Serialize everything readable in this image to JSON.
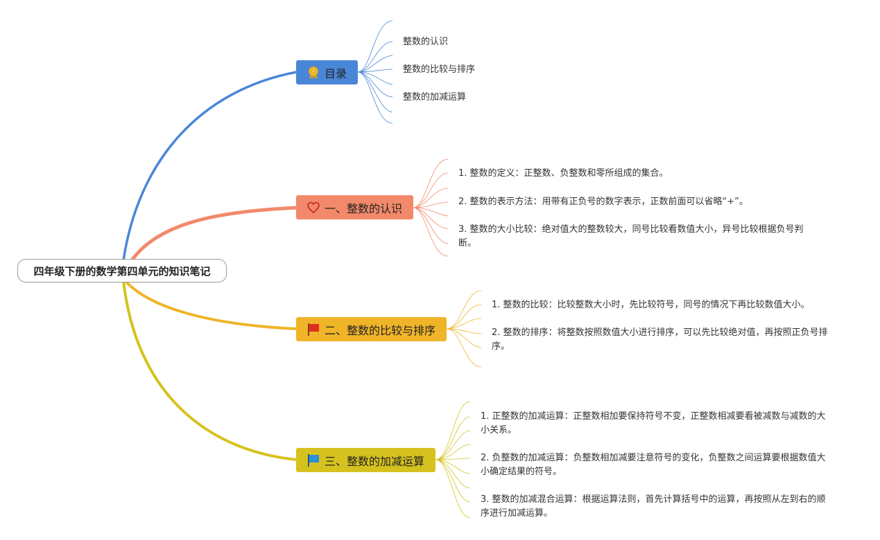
{
  "root": {
    "title": "四年级下册的数学第四单元的知识笔记"
  },
  "branches": [
    {
      "label": "目录",
      "icon": "award-icon",
      "color": "#4a86d8",
      "items": [
        "整数的认识",
        "整数的比较与排序",
        "整数的加减运算"
      ]
    },
    {
      "label": "一、整数的认识",
      "icon": "heart-icon",
      "color": "#f2896a",
      "items": [
        "1. 整数的定义：正整数、负整数和零所组成的集合。",
        "2. 整数的表示方法：用带有正负号的数字表示，正数前面可以省略“+”。",
        "3. 整数的大小比较：绝对值大的整数较大，同号比较看数值大小，异号比较根据负号判断。"
      ]
    },
    {
      "label": "二、整数的比较与排序",
      "icon": "red-flag-icon",
      "color": "#f0b429",
      "items": [
        "1. 整数的比较：比较整数大小时，先比较符号，同号的情况下再比较数值大小。",
        "2. 整数的排序：将整数按照数值大小进行排序，可以先比较绝对值，再按照正负号排序。"
      ]
    },
    {
      "label": "三、整数的加减运算",
      "icon": "blue-flag-icon",
      "color": "#d6c21e",
      "items": [
        "1. 正整数的加减运算：正整数相加要保持符号不变，正整数相减要看被减数与减数的大小关系。",
        "2. 负整数的加减运算：负整数相加减要注意符号的变化，负整数之间运算要根据数值大小确定结果的符号。",
        "3. 整数的加减混合运算：根据运算法则，首先计算括号中的运算，再按照从左到右的顺序进行加减运算。"
      ]
    }
  ]
}
